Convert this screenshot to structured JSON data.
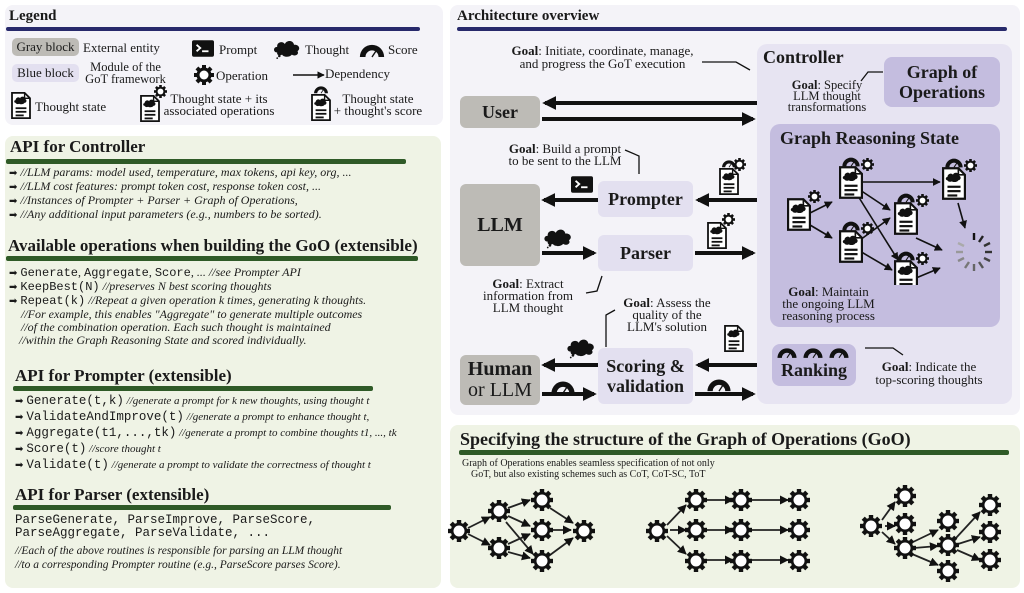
{
  "legend": {
    "title": "Legend",
    "gray_block": "Gray block",
    "gray_desc": "External entity",
    "blue_block": "Blue block",
    "blue_desc_1": "Module of the",
    "blue_desc_2": "GoT framework",
    "prompt": "Prompt",
    "thought": "Thought",
    "score": "Score",
    "operation": "Operation",
    "dependency": "Dependency",
    "thought_state": "Thought state",
    "ts_ops_1": "Thought state + its",
    "ts_ops_2": "associated operations",
    "ts_score_1": "Thought state",
    "ts_score_2": "+ thought's score"
  },
  "controller_api": {
    "title": "API for Controller",
    "items": [
      "//LLM params: model used, temperature, max tokens, api key, org, ...",
      "//LLM cost features: prompt token cost, response token cost, ...",
      "//Instances of Prompter + Parser + Graph of Operations,",
      "//Any additional input parameters (e.g., numbers to be sorted)."
    ]
  },
  "operations": {
    "title": "Available operations when building the GoO (extensible)",
    "items": [
      {
        "code": "Generate",
        "sep1": ", ",
        "code2": "Aggregate",
        "sep2": ", ",
        "code3": "Score",
        "rest": ", ... //see Prompter API"
      },
      {
        "code": "KeepBest(N)",
        "comment": " //preserves N best scoring thoughts"
      },
      {
        "code": "Repeat(k)",
        "comment": " //Repeat a given operation k times, generating k thoughts."
      }
    ],
    "continuation": [
      "//For example, this enables \"Aggregate\" to generate multiple outcomes",
      "//of the combination operation. Each such thought is maintained",
      "//within the Graph Reasoning State and scored individually."
    ]
  },
  "prompter_api": {
    "title": "API for Prompter (extensible)",
    "items": [
      {
        "code": "Generate(t,k)",
        "comment": " //generate a prompt for k new thoughts, using thought t"
      },
      {
        "code": "ValidateAndImprove(t)",
        "comment": " //generate a prompt to enhance thought t,"
      },
      {
        "code": "Aggregate(t1,...,tk)",
        "comment": " //generate a prompt to combine thoughts t1, ..., tk"
      },
      {
        "code": "Score(t)",
        "comment": " //score thought t"
      },
      {
        "code": "Validate(t)",
        "comment": " //generate a prompt to validate the correctness of thought t"
      }
    ]
  },
  "parser_api": {
    "title": "API for Parser (extensible)",
    "code_1": "ParseGenerate, ParseImprove, ParseScore,",
    "code_2": "ParseAggregate, ParseValidate, ...",
    "comment_1": "//Each of the above routines is responsible for parsing an LLM thought",
    "comment_2": "//to a corresponding Prompter routine (e.g., ParseScore parses Score)."
  },
  "architecture": {
    "title": "Architecture overview",
    "goal_word": "Goal",
    "controller_goal_1": ": Initiate, coordinate, manage,",
    "controller_goal_2": "and progress the GoT execution",
    "controller": "Controller",
    "goo_goal_1": ": Specify",
    "goo_goal_2": "LLM thought",
    "goo_goal_3": "transformations",
    "graph_of_operations_1": "Graph of",
    "graph_of_operations_2": "Operations",
    "grs": "Graph Reasoning State",
    "grs_goal_1": ": Maintain",
    "grs_goal_2": "the ongoing LLM",
    "grs_goal_3": "reasoning process",
    "user": "User",
    "llm": "LLM",
    "prompter": "Prompter",
    "prompter_goal_1": ": Build a prompt",
    "prompter_goal_2": "to be sent to the LLM",
    "parser": "Parser",
    "parser_goal_1": ": Extract",
    "parser_goal_2": "information from",
    "parser_goal_3": "LLM thought",
    "scoring_1": "Scoring &",
    "scoring_2": "validation",
    "scoring_goal_1": ": Assess the",
    "scoring_goal_2": "quality of the",
    "scoring_goal_3": "LLM's solution",
    "human_1": "Human",
    "human_2": "or LLM",
    "ranking": "Ranking",
    "ranking_goal_1": ": Indicate the",
    "ranking_goal_2": "top-scoring thoughts"
  },
  "goo_section": {
    "title": "Specifying the structure of the Graph of Operations (GoO)",
    "desc_1": "Graph of Operations enables seamless specification of not only",
    "desc_2": "GoT, but also existing schemes such as CoT, CoT-SC, ToT"
  },
  "colors": {
    "blue_rule": "#27296b",
    "green_rule": "#2f5a27",
    "gray_block": "#bdbbb6",
    "blue_block": "#e3e0f0",
    "purple_block": "#c4bddf"
  }
}
